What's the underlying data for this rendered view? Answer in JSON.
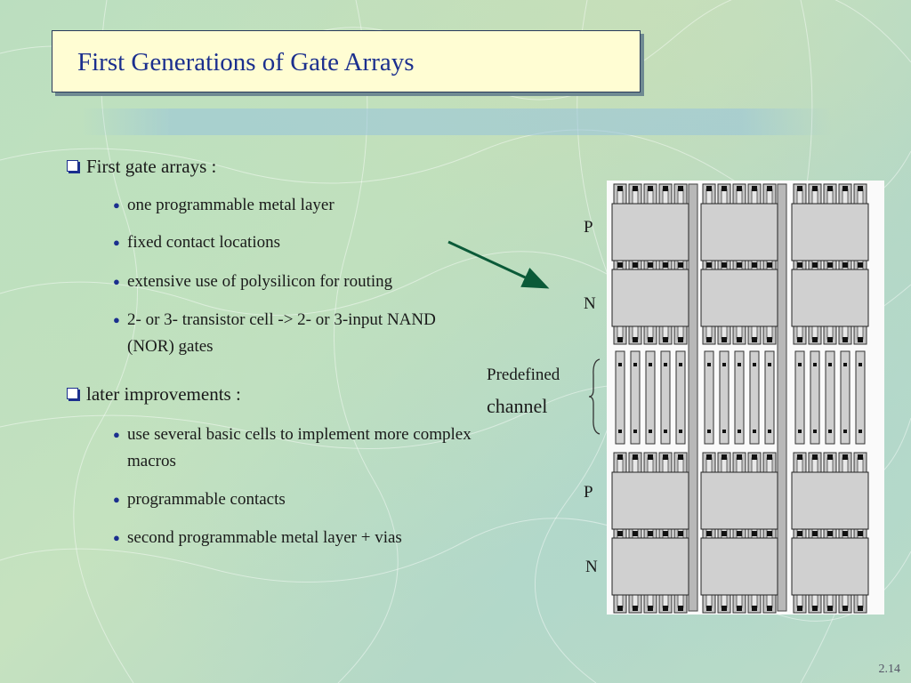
{
  "slide": {
    "title": "First Generations of Gate Arrays",
    "sections": [
      {
        "heading": "First gate arrays :",
        "items": [
          "one programmable metal layer",
          "fixed contact  locations",
          "extensive use of polysilicon for routing",
          "2- or 3- transistor cell -> 2- or 3-input NAND (NOR) gates"
        ]
      },
      {
        "heading": "later improvements :",
        "items": [
          "use several basic cells to implement more complex macros",
          "programmable contacts",
          "second programmable metal layer + vias"
        ]
      }
    ],
    "figure": {
      "labels": {
        "p_top": "P",
        "n_top": "N",
        "channel_line1": "Predefined",
        "channel_line2": "channel",
        "p_bottom": "P",
        "n_bottom": "N"
      },
      "icon": "gate-array-layout"
    },
    "slide_number": "2.14",
    "colors": {
      "title_text": "#1b2f8e",
      "title_box": "#fffdd3",
      "arrow": "#0b5a38"
    }
  }
}
